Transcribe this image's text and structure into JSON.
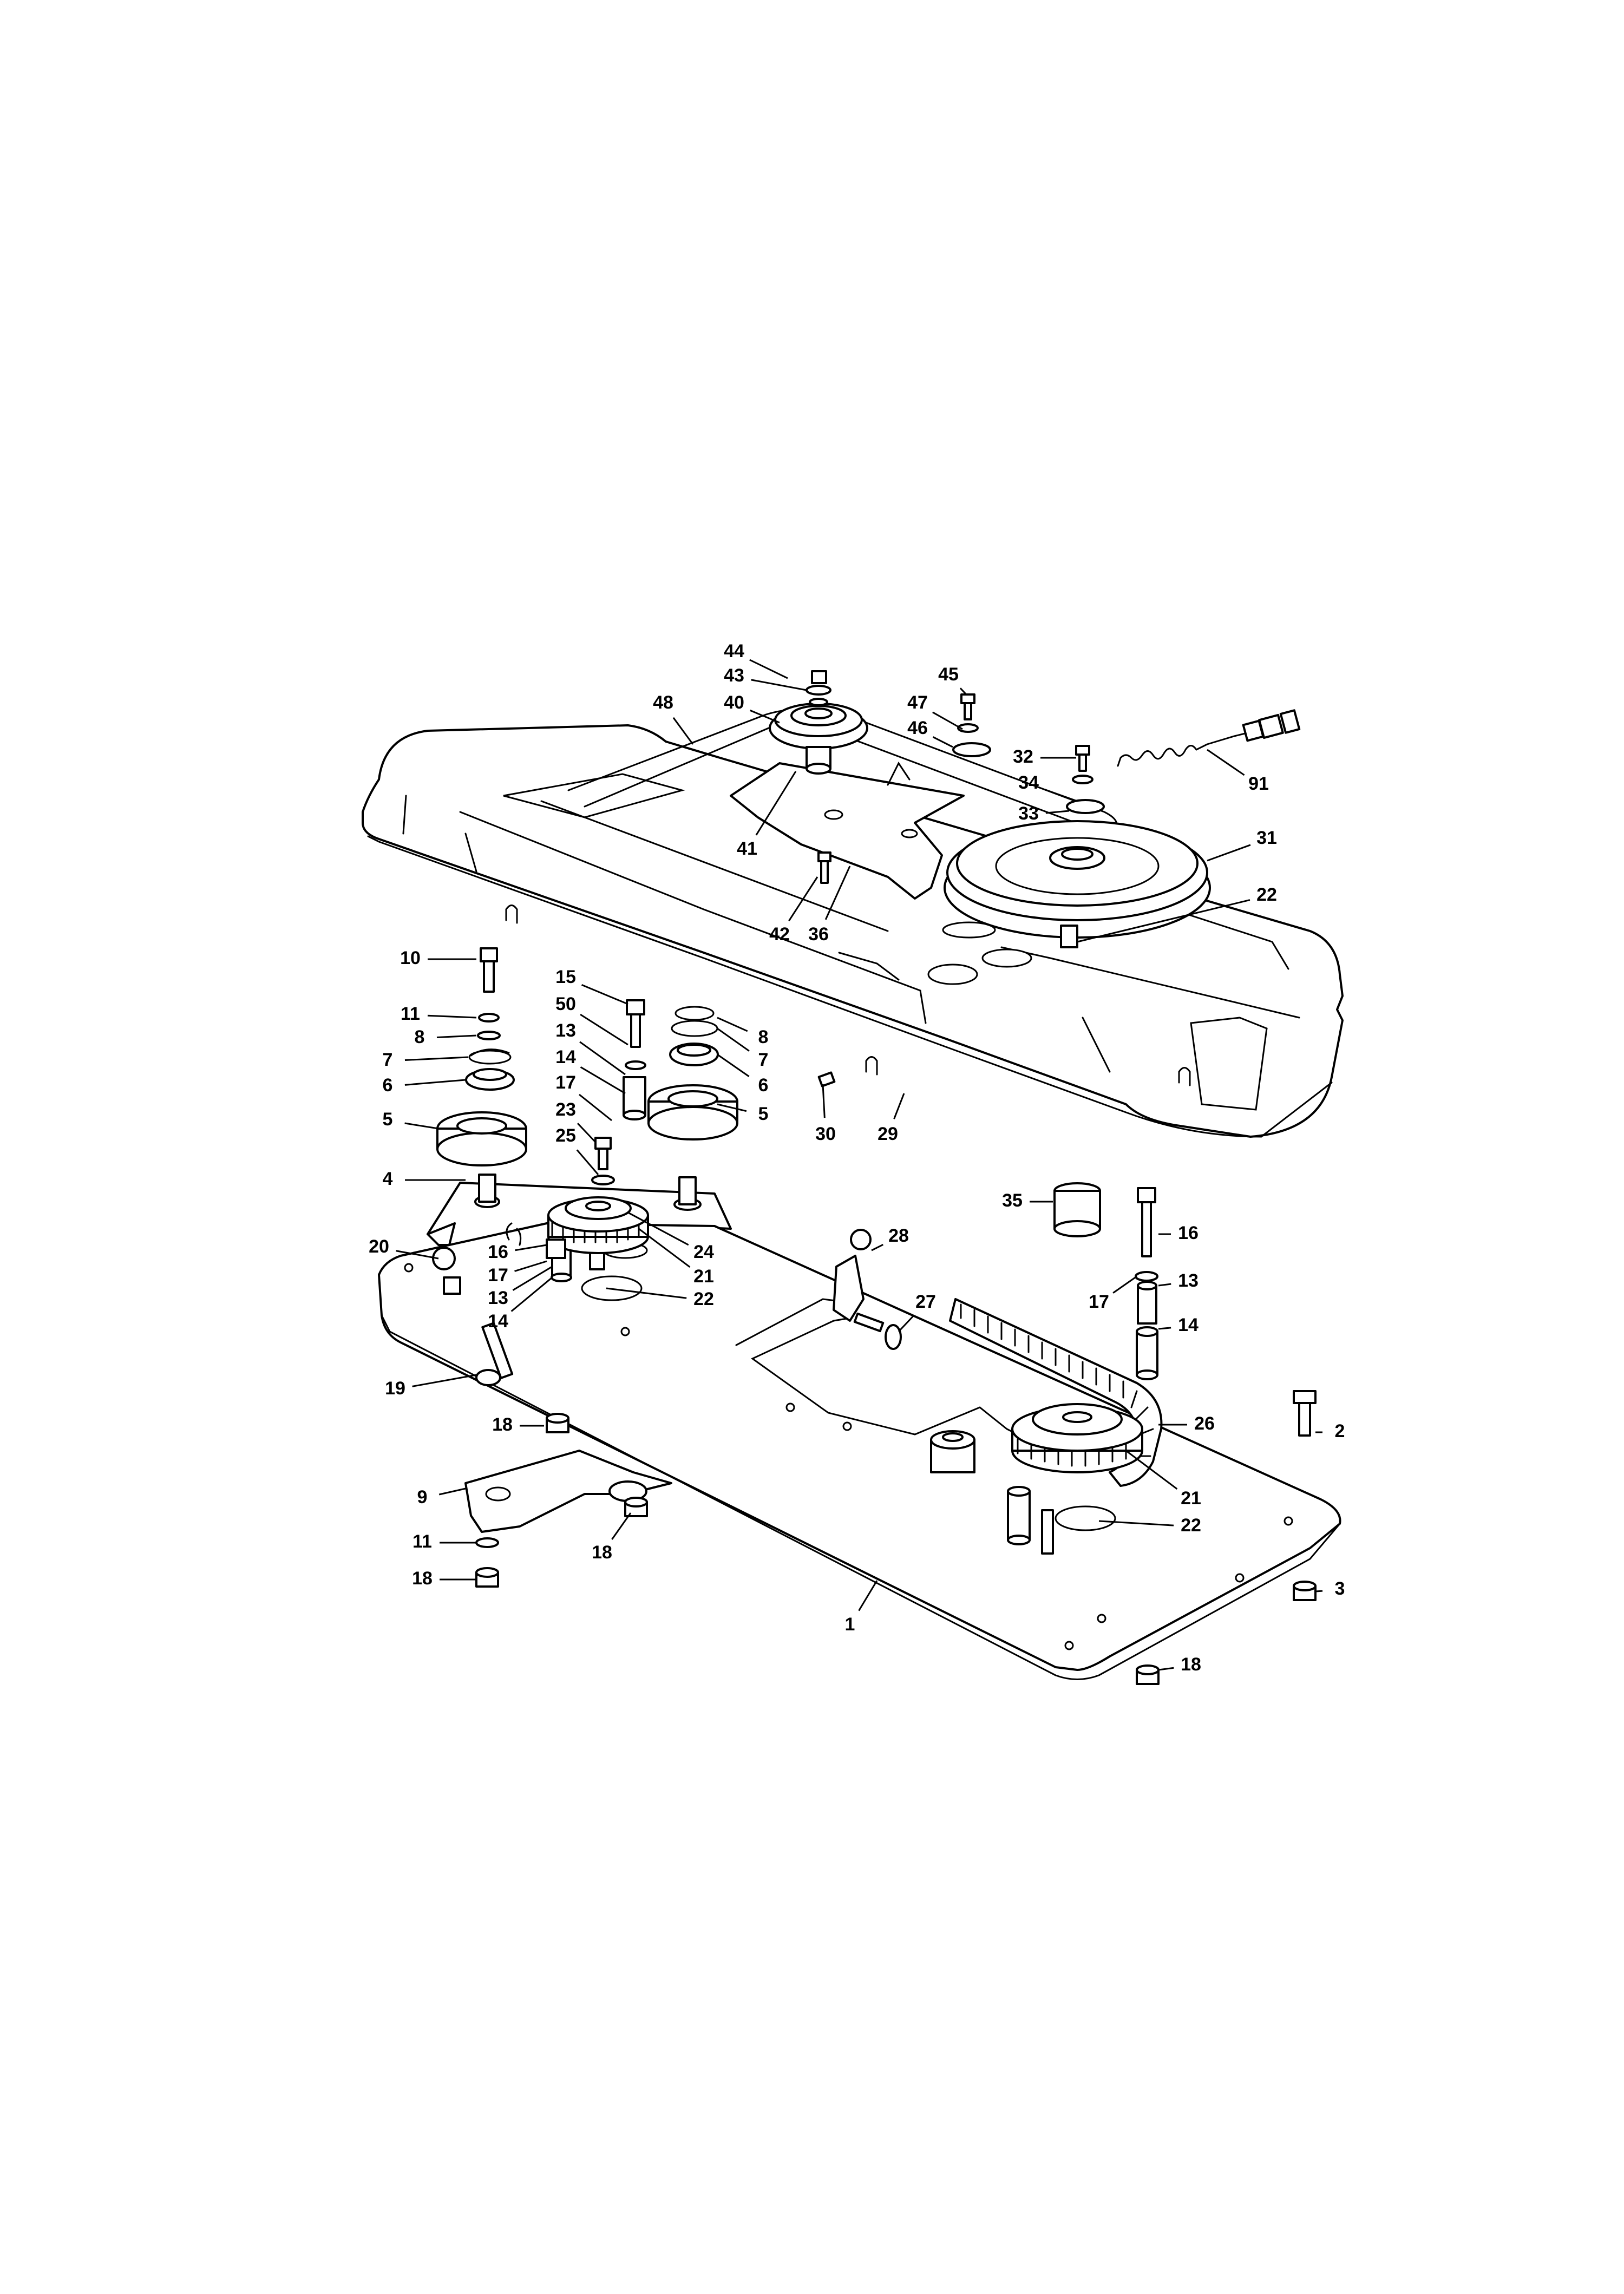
{
  "diagram": {
    "callouts": [
      {
        "id": "c44",
        "label": "44"
      },
      {
        "id": "c43",
        "label": "43"
      },
      {
        "id": "c48",
        "label": "48"
      },
      {
        "id": "c40",
        "label": "40"
      },
      {
        "id": "c45",
        "label": "45"
      },
      {
        "id": "c47",
        "label": "47"
      },
      {
        "id": "c46",
        "label": "46"
      },
      {
        "id": "c32",
        "label": "32"
      },
      {
        "id": "c91",
        "label": "91"
      },
      {
        "id": "c34",
        "label": "34"
      },
      {
        "id": "c33",
        "label": "33"
      },
      {
        "id": "c41",
        "label": "41"
      },
      {
        "id": "c31",
        "label": "31"
      },
      {
        "id": "c22a",
        "label": "22"
      },
      {
        "id": "c42",
        "label": "42"
      },
      {
        "id": "c36",
        "label": "36"
      },
      {
        "id": "c10",
        "label": "10"
      },
      {
        "id": "c15",
        "label": "15"
      },
      {
        "id": "c11a",
        "label": "11"
      },
      {
        "id": "c50",
        "label": "50"
      },
      {
        "id": "c8a",
        "label": "8"
      },
      {
        "id": "c8b",
        "label": "8"
      },
      {
        "id": "c13a",
        "label": "13"
      },
      {
        "id": "c7a",
        "label": "7"
      },
      {
        "id": "c7b",
        "label": "7"
      },
      {
        "id": "c14a",
        "label": "14"
      },
      {
        "id": "c6a",
        "label": "6"
      },
      {
        "id": "c6b",
        "label": "6"
      },
      {
        "id": "c17a",
        "label": "17"
      },
      {
        "id": "c5a",
        "label": "5"
      },
      {
        "id": "c5b",
        "label": "5"
      },
      {
        "id": "c23",
        "label": "23"
      },
      {
        "id": "c30",
        "label": "30"
      },
      {
        "id": "c29",
        "label": "29"
      },
      {
        "id": "c25",
        "label": "25"
      },
      {
        "id": "c4",
        "label": "4"
      },
      {
        "id": "c35",
        "label": "35"
      },
      {
        "id": "c28",
        "label": "28"
      },
      {
        "id": "c20",
        "label": "20"
      },
      {
        "id": "c16a",
        "label": "16"
      },
      {
        "id": "c24",
        "label": "24"
      },
      {
        "id": "c16b",
        "label": "16"
      },
      {
        "id": "c17b",
        "label": "17"
      },
      {
        "id": "c21a",
        "label": "21"
      },
      {
        "id": "c13b",
        "label": "13"
      },
      {
        "id": "c22b",
        "label": "22"
      },
      {
        "id": "c17c",
        "label": "17"
      },
      {
        "id": "c27",
        "label": "27"
      },
      {
        "id": "c13c",
        "label": "13"
      },
      {
        "id": "c14b",
        "label": "14"
      },
      {
        "id": "c14c",
        "label": "14"
      },
      {
        "id": "c19",
        "label": "19"
      },
      {
        "id": "c26",
        "label": "26"
      },
      {
        "id": "c18a",
        "label": "18"
      },
      {
        "id": "c2",
        "label": "2"
      },
      {
        "id": "c9",
        "label": "9"
      },
      {
        "id": "c21b",
        "label": "21"
      },
      {
        "id": "c22c",
        "label": "22"
      },
      {
        "id": "c11b",
        "label": "11"
      },
      {
        "id": "c18b",
        "label": "18"
      },
      {
        "id": "c18c",
        "label": "18"
      },
      {
        "id": "c3",
        "label": "3"
      },
      {
        "id": "c1",
        "label": "1"
      },
      {
        "id": "c18d",
        "label": "18"
      }
    ]
  }
}
